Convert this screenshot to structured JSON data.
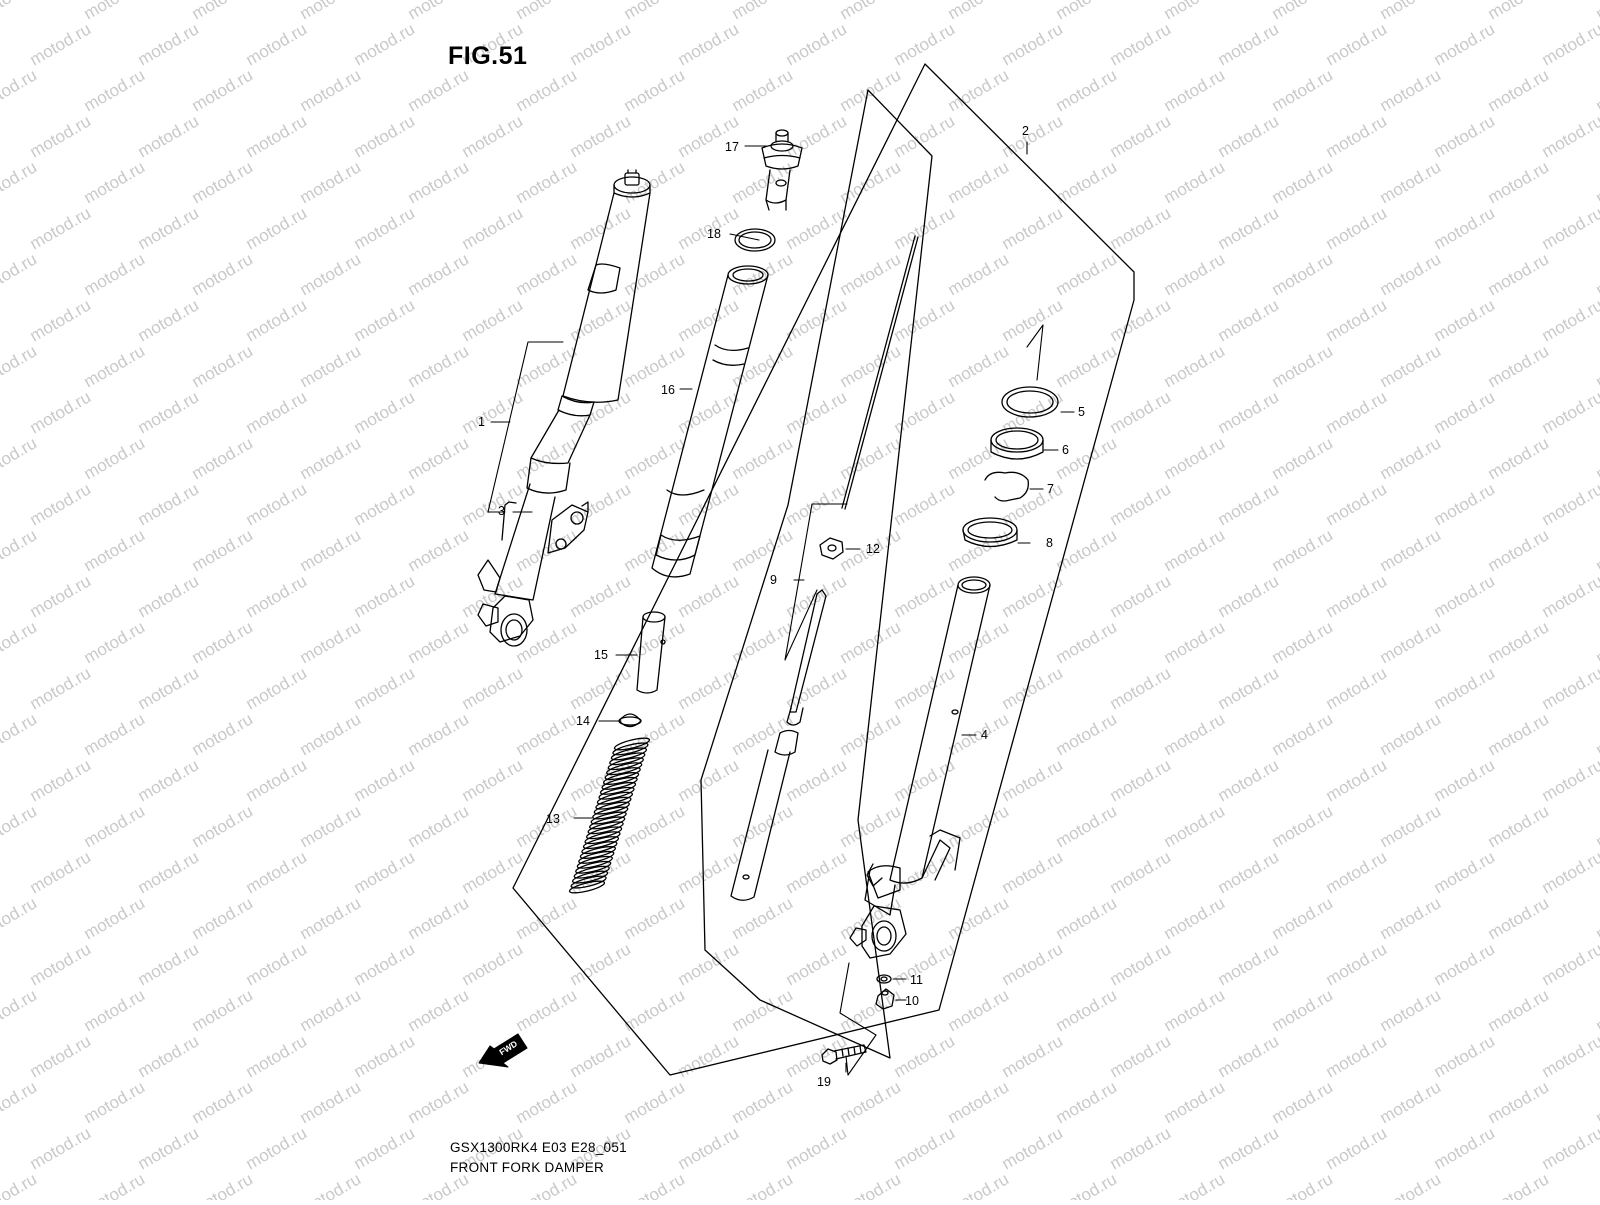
{
  "figure": {
    "title": "FIG.51",
    "model_code": "GSX1300RK4 E03 E28_051",
    "caption": "FRONT FORK DAMPER"
  },
  "watermark": {
    "text": "motod.ru"
  },
  "direction_badge": {
    "text": "FWD",
    "icon": "fwd-arrow-icon"
  },
  "callouts": [
    {
      "id": "1",
      "text": "1"
    },
    {
      "id": "2",
      "text": "2"
    },
    {
      "id": "3",
      "text": "3"
    },
    {
      "id": "4",
      "text": "4"
    },
    {
      "id": "5",
      "text": "5"
    },
    {
      "id": "6",
      "text": "6"
    },
    {
      "id": "7",
      "text": "7"
    },
    {
      "id": "8",
      "text": "8"
    },
    {
      "id": "9",
      "text": "9"
    },
    {
      "id": "10",
      "text": "10"
    },
    {
      "id": "11",
      "text": "11"
    },
    {
      "id": "12",
      "text": "12"
    },
    {
      "id": "13",
      "text": "13"
    },
    {
      "id": "14",
      "text": "14"
    },
    {
      "id": "15",
      "text": "15"
    },
    {
      "id": "16",
      "text": "16"
    },
    {
      "id": "17",
      "text": "17"
    },
    {
      "id": "18",
      "text": "18"
    },
    {
      "id": "19",
      "text": "19"
    }
  ],
  "colors": {
    "line": "#000000",
    "watermark": "#c9c9c9",
    "background": "#ffffff"
  }
}
